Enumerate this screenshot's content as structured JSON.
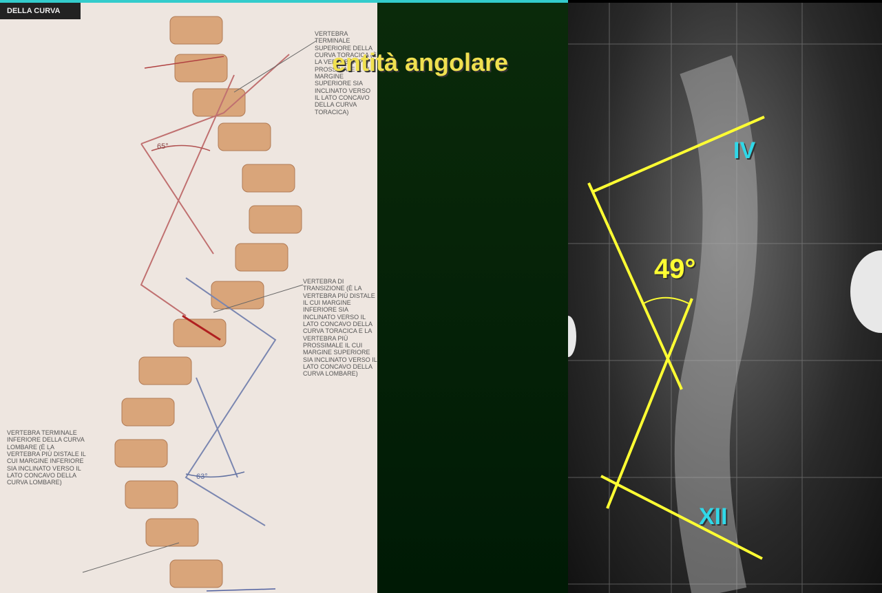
{
  "title": "entità angolare",
  "left_panel": {
    "header": "DELLA CURVA",
    "angle_top": "65°",
    "angle_bottom": "63°",
    "caption_top": "VERTEBRA TERMINALE SUPERIORE DELLA CURVA TORACICA (È LA VERTEBRA PIÙ PROSSIMALE IL CUI MARGINE SUPERIORE SIA INCLINATO VERSO IL LATO CONCAVO DELLA CURVA TORACICA)",
    "caption_mid": "VERTEBRA DI TRANSIZIONE (È LA VERTEBRA PIÙ DISTALE IL CUI MARGINE INFERIORE SIA INCLINATO VERSO IL LATO CONCAVO DELLA CURVA TORACICA E LA VERTEBRA PIÙ PROSSIMALE IL CUI MARGINE SUPERIORE SIA INCLINATO VERSO IL LATO CONCAVO DELLA CURVA LOMBARE)",
    "caption_bottom": "VERTEBRA TERMINALE INFERIORE DELLA CURVA LOMBARE (È LA VERTEBRA PIÙ DISTALE IL CUI MARGINE INFERIORE SIA INCLINATO VERSO IL LATO CONCAVO DELLA CURVA LOMBARE)"
  },
  "right_panel": {
    "label_top": "IV",
    "label_bottom": "XII",
    "angle": "49°"
  },
  "colors": {
    "title": "#f0e050",
    "label": "#30d8e8",
    "measure": "#ffff33"
  }
}
